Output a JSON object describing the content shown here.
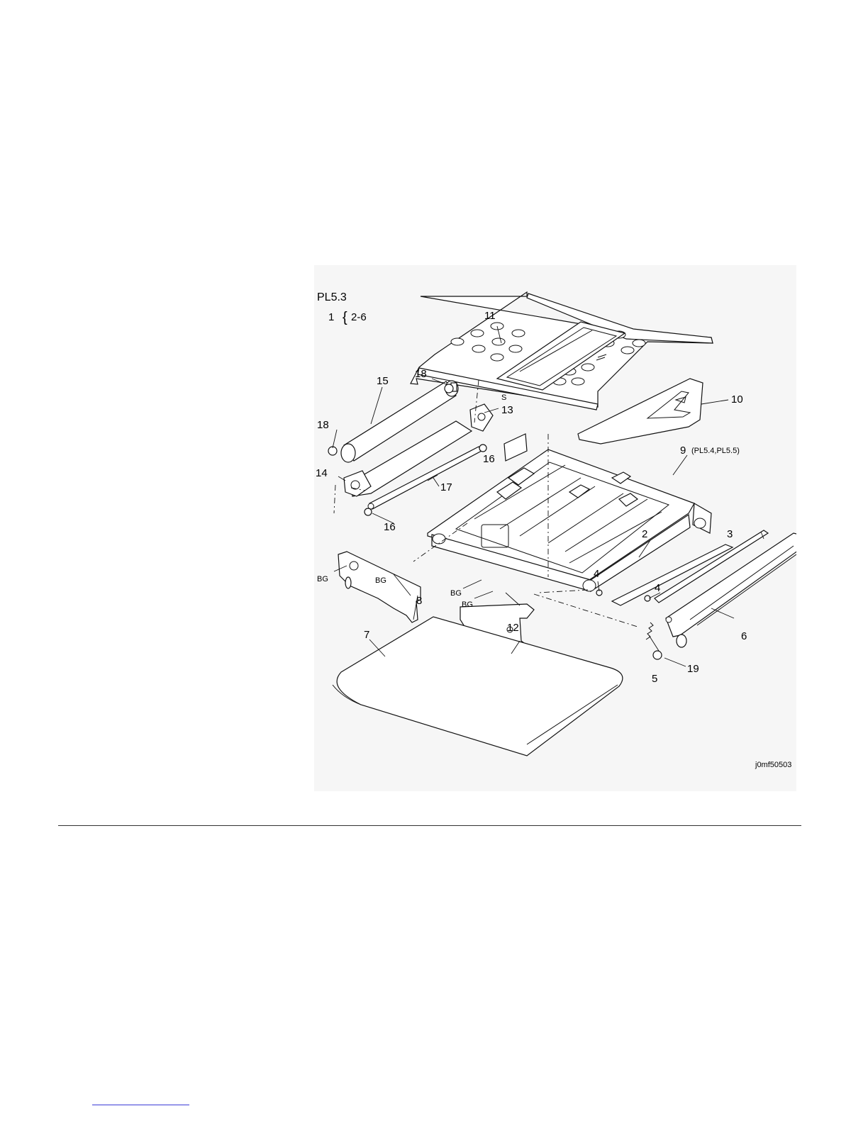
{
  "figure": {
    "plate": "PL5.3",
    "assembly_num": "1",
    "assembly_brace": "{",
    "assembly_range": "2-6",
    "code": "j0mf50503",
    "callouts": {
      "c11": "11",
      "c10": "10",
      "c9": "9",
      "c9_ref": "(PL5.4,PL5.5)",
      "c15": "15",
      "c18a": "18",
      "c18b": "18",
      "cS": "S",
      "c13": "13",
      "c16a": "16",
      "c16b": "16",
      "c14": "14",
      "c17": "17",
      "cBG1": "BG",
      "cBG2": "BG",
      "c8": "8",
      "cBG3": "BG",
      "cBG4": "BG",
      "c12": "12",
      "c2": "2",
      "c3": "3",
      "c4a": "4",
      "c4b": "4",
      "c6": "6",
      "c5": "5",
      "c19": "19",
      "c7": "7"
    }
  },
  "colors": {
    "background": "#ffffff",
    "figure_bg": "#f6f6f6",
    "line": "#111111",
    "link": "#3a3ad6"
  }
}
